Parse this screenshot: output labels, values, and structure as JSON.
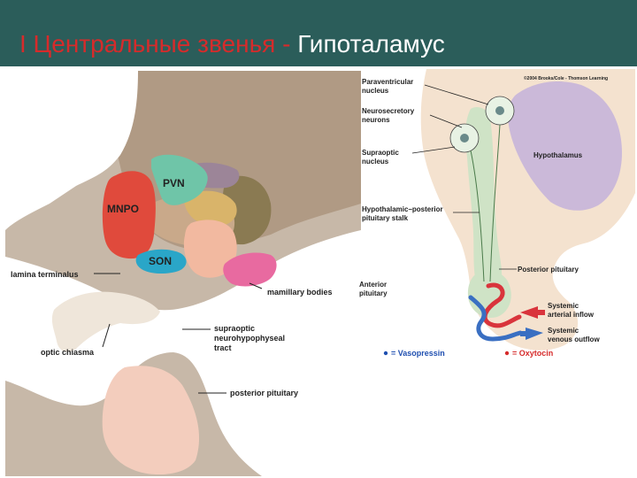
{
  "title": {
    "part1": "I  Центральные звенья - ",
    "part2": "Гипоталамус"
  },
  "left_diagram": {
    "labels": {
      "pvn": "PVN",
      "mnpo": "MNPO",
      "son": "SON",
      "lamina_terminalus": "lamina terminalus",
      "mamillary_bodies": "mamillary bodies",
      "optic_chiasma": "optic chiasma",
      "supraoptic_tract_1": "supraoptic",
      "supraoptic_tract_2": "neurohypophyseal",
      "supraoptic_tract_3": "tract",
      "posterior_pituitary": "posterior pituitary"
    },
    "colors": {
      "background": "#c7b8a8",
      "dark_region": "#a89078",
      "white": "#ffffff",
      "mnpo": "#e04a3c",
      "pvn": "#6fc5a8",
      "son": "#2aa6c8",
      "mamillary": "#e86aa0",
      "olive": "#8a7a52",
      "gold": "#d9b46a",
      "peach": "#f2b9a0",
      "pituitary": "#f3cdbd"
    }
  },
  "right_diagram": {
    "labels": {
      "copyright": "©2004 Brooks/Cole - Thomson Learning",
      "paraventricular_1": "Paraventricular",
      "paraventricular_2": "nucleus",
      "neurosecretory_1": "Neurosecretory",
      "neurosecretory_2": "neurons",
      "supraoptic_1": "Supraoptic",
      "supraoptic_2": "nucleus",
      "hypothalamus": "Hypothalamus",
      "stalk_1": "Hypothalamic–posterior",
      "stalk_2": "pituitary stalk",
      "posterior_pituitary": "Posterior pituitary",
      "anterior_1": "Anterior",
      "anterior_2": "pituitary",
      "arterial_1": "Systemic",
      "arterial_2": "arterial inflow",
      "venous_1": "Systemic",
      "venous_2": "venous outflow"
    },
    "colors": {
      "hypothalamus": "#cbb9d9",
      "outer": "#f4e2cf",
      "stalk": "#cfe3c6",
      "artery": "#d9343c",
      "vein": "#3a6fc2"
    }
  },
  "legend": {
    "vasopressin": "= Vasopressin",
    "oxytocin": "= Oxytocin",
    "vasopressin_color": "#1f4fb0",
    "oxytocin_color": "#d62b2b"
  }
}
